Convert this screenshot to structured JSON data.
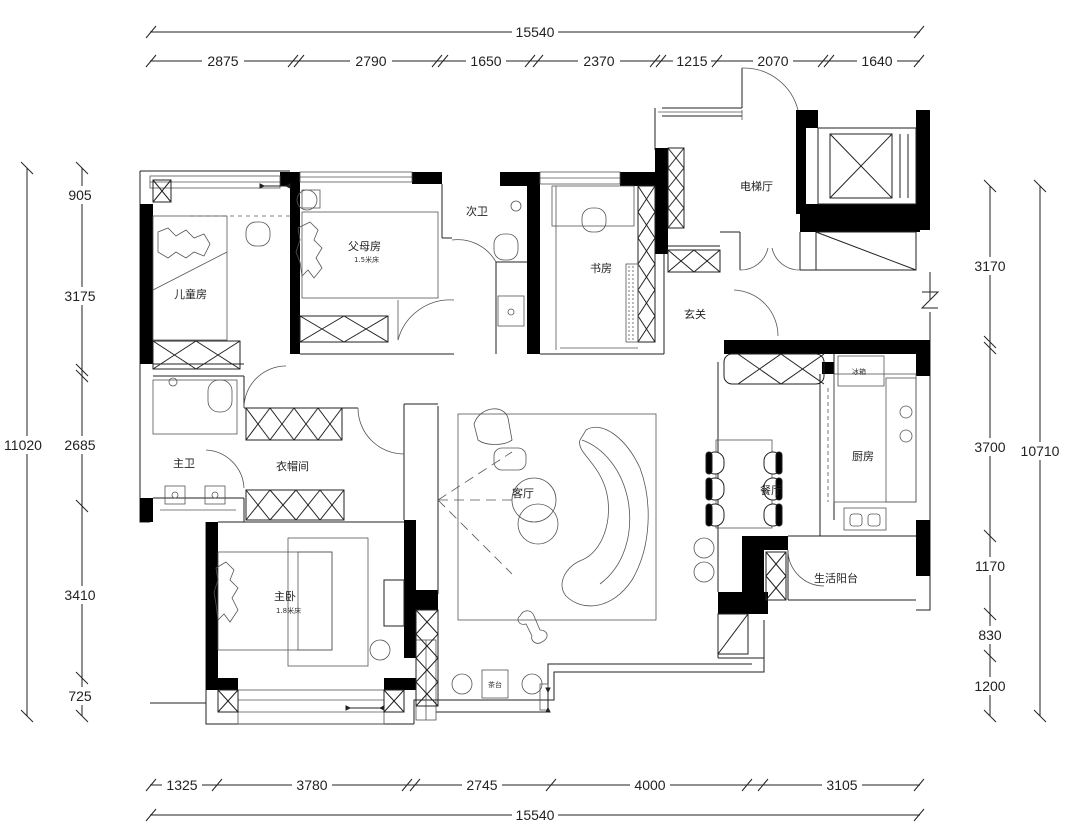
{
  "dimensions": {
    "top_total": "15540",
    "top": [
      "2875",
      "2790",
      "1650",
      "2370",
      "1215",
      "2070",
      "1640"
    ],
    "bottom": [
      "1325",
      "3780",
      "2745",
      "4000",
      "3105"
    ],
    "bottom_total": "15540",
    "left_total": "11020",
    "left": [
      "905",
      "3175",
      "2685",
      "3410",
      "725"
    ],
    "right": [
      "3170",
      "3700",
      "1170",
      "830",
      "1200"
    ],
    "right_total": "10710"
  },
  "rooms": {
    "elevator_hall": "电梯厅",
    "second_bath": "次卫",
    "parents_room": "父母房",
    "parents_bed": "1.5米床",
    "kids_room": "儿童房",
    "study": "书房",
    "entrance": "玄关",
    "master_bath": "主卫",
    "wardrobe": "衣帽间",
    "living": "客厅",
    "dining": "餐厅",
    "kitchen": "厨房",
    "fridge": "冰箱",
    "service_balcony": "生活阳台",
    "master_bedroom": "主卧",
    "master_bed": "1.8米床",
    "tea_table": "茶台"
  }
}
